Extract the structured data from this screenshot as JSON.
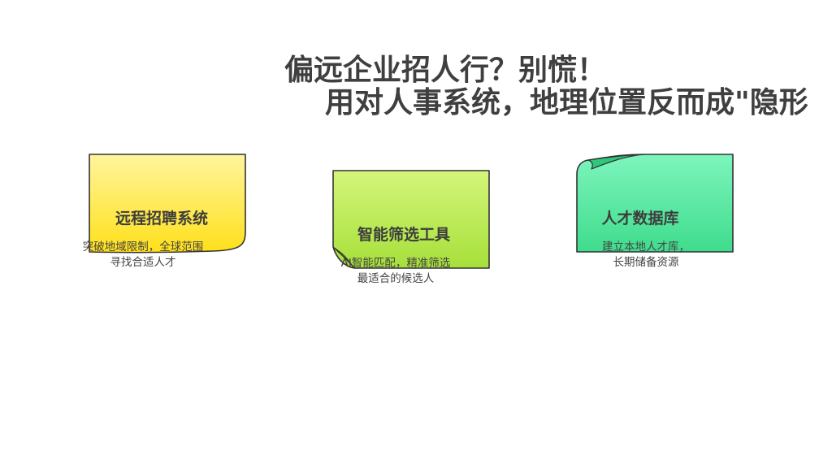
{
  "title": {
    "line1": "偏远企业招人行？别慌！",
    "line2": "用对人事系统，地理位置反而成\"隐形"
  },
  "cards": [
    {
      "label": "远程招聘系统",
      "desc_line1": "突破地域限制，全球范围",
      "desc_line2": "寻找合适人才",
      "fill_top": "#fff59d",
      "fill_bottom": "#ffe01a"
    },
    {
      "label": "智能筛选工具",
      "desc_line1": "AI智能匹配，精准筛选",
      "desc_line2": "最适合的候选人",
      "fill_top": "#d4f57a",
      "fill_bottom": "#a6e03a"
    },
    {
      "label": "人才数据库",
      "desc_line1": "建立本地人才库，",
      "desc_line2": "长期储备资源",
      "fill_top": "#7df5bd",
      "fill_bottom": "#3fdc8c"
    }
  ],
  "colors": {
    "text": "#3f3f3f",
    "stroke": "#333333"
  }
}
